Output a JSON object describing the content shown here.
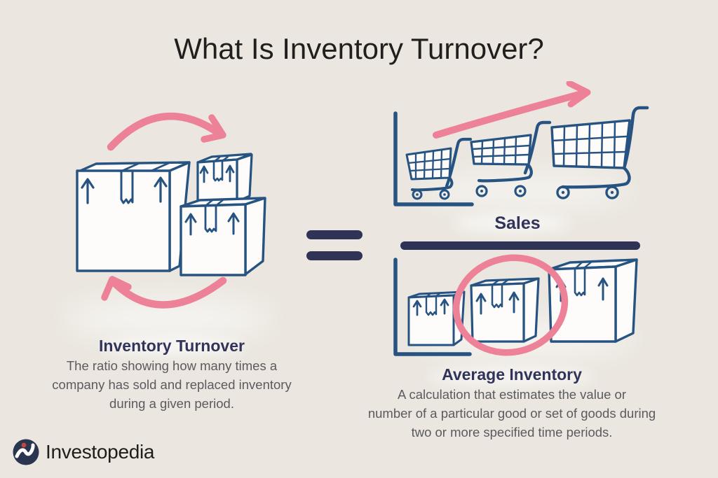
{
  "title": "What Is Inventory Turnover?",
  "formula": {
    "equals_symbol": "=",
    "result": {
      "heading": "Inventory Turnover",
      "description_lines": [
        "The ratio showing how many times a",
        "company has sold and replaced inventory",
        "during a given period."
      ]
    },
    "numerator": {
      "heading": "Sales"
    },
    "denominator": {
      "heading": "Average Inventory",
      "description_lines": [
        "A calculation that estimates the value or",
        "number of a particular good or set of goods during",
        "two or more specified time periods."
      ]
    }
  },
  "logo": {
    "brand": "Investopedia"
  },
  "colors": {
    "background": "#ebe7e0",
    "ink_navy": "#265381",
    "heading_navy": "#30345a",
    "divider_navy": "#2f3457",
    "pink": "#ed8197",
    "text_gray": "#5b5a5e",
    "title_black": "#201f1d",
    "logo_circle_navy": "#2a3550",
    "logo_dot_red": "#c7453a",
    "box_fill": "#fdfcfa"
  }
}
